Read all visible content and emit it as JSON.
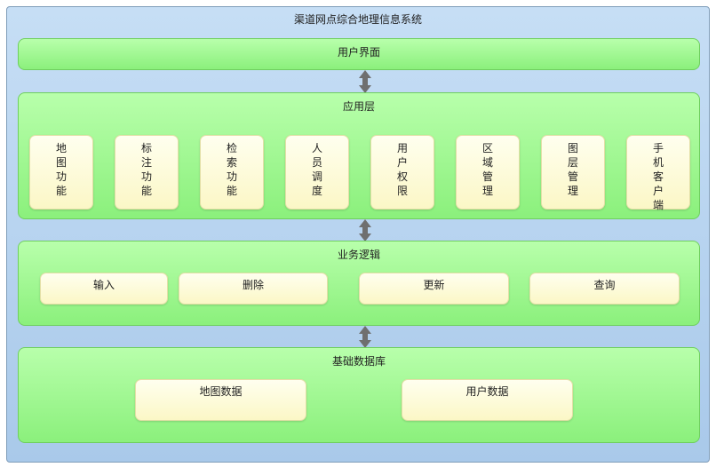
{
  "system_title": "渠道网点综合地理信息系统",
  "layers": {
    "ui": {
      "title": "用户界面"
    },
    "app": {
      "title": "应用层",
      "modules": [
        {
          "label": "地图功能"
        },
        {
          "label": "标注功能"
        },
        {
          "label": "检索功能"
        },
        {
          "label": "人员调度"
        },
        {
          "label": "用户权限"
        },
        {
          "label": "区域管理"
        },
        {
          "label": "图层管理"
        },
        {
          "label": "手机客户端"
        }
      ]
    },
    "logic": {
      "title": "业务逻辑",
      "ops": [
        {
          "label": "输入"
        },
        {
          "label": "删除"
        },
        {
          "label": "更新"
        },
        {
          "label": "查询"
        }
      ]
    },
    "db": {
      "title": "基础数据库",
      "stores": [
        {
          "label": "地图数据"
        },
        {
          "label": "用户数据"
        }
      ]
    }
  },
  "colors": {
    "outer_fill": "#b6d3ef",
    "layer_fill": "#a0f78f",
    "box_fill": "#fdfad8",
    "arrow": "#6f6f6f"
  }
}
